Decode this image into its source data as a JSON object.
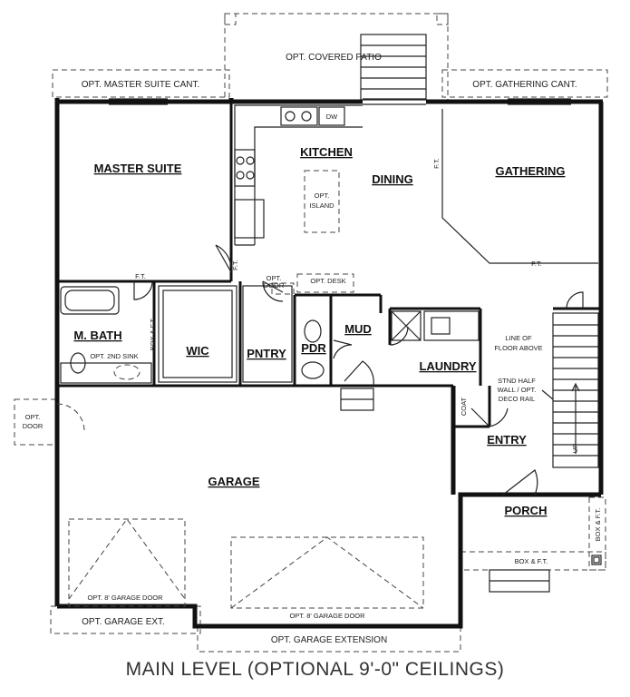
{
  "title": "MAIN LEVEL (OPTIONAL 9'-0\" CEILINGS)",
  "rooms": {
    "master_suite": "MASTER SUITE",
    "kitchen": "KITCHEN",
    "dining": "DINING",
    "gathering": "GATHERING",
    "m_bath": "M. BATH",
    "wic": "WIC",
    "pntry": "PNTRY",
    "pdr": "PDR",
    "mud": "MUD",
    "laundry": "LAUNDRY",
    "entry": "ENTRY",
    "porch": "PORCH",
    "garage": "GARAGE"
  },
  "notes": {
    "opt_covered_patio": "OPT. COVERED PATIO",
    "opt_master_suite_cant": "OPT. MASTER SUITE CANT.",
    "opt_gathering_cant": "OPT. GATHERING CANT.",
    "dw": "DW",
    "opt_island_1": "OPT.",
    "opt_island_2": "ISLAND",
    "ft_kitchen": "F.T.",
    "ft_dining": "F.T.",
    "ft_gathering": "F.T.",
    "ft_master": "F.T.",
    "opt_door_small_1": "OPT.",
    "opt_door_small_2": "DOOR",
    "opt_desk": "OPT. DESK",
    "box_ft_bath": "BOX & F.T.",
    "opt_2nd_sink": "OPT. 2ND SINK",
    "line_floor_1": "LINE OF",
    "line_floor_2": "FLOOR ABOVE",
    "stnd_half_1": "STND HALF",
    "stnd_half_2": "WALL / OPT.",
    "stnd_half_3": "DECO RAIL",
    "coat": "COAT",
    "up": "UP",
    "opt_door_1": "OPT.",
    "opt_door_2": "DOOR",
    "opt_8_garage_door_left": "OPT. 8' GARAGE DOOR",
    "opt_8_garage_door_right": "OPT. 8' GARAGE DOOR",
    "opt_garage_ext": "OPT. GARAGE EXT.",
    "opt_garage_extension": "OPT. GARAGE EXTENSION",
    "box_ft_porch_bottom": "BOX & F.T.",
    "box_ft_porch_side": "BOX & F.T."
  }
}
